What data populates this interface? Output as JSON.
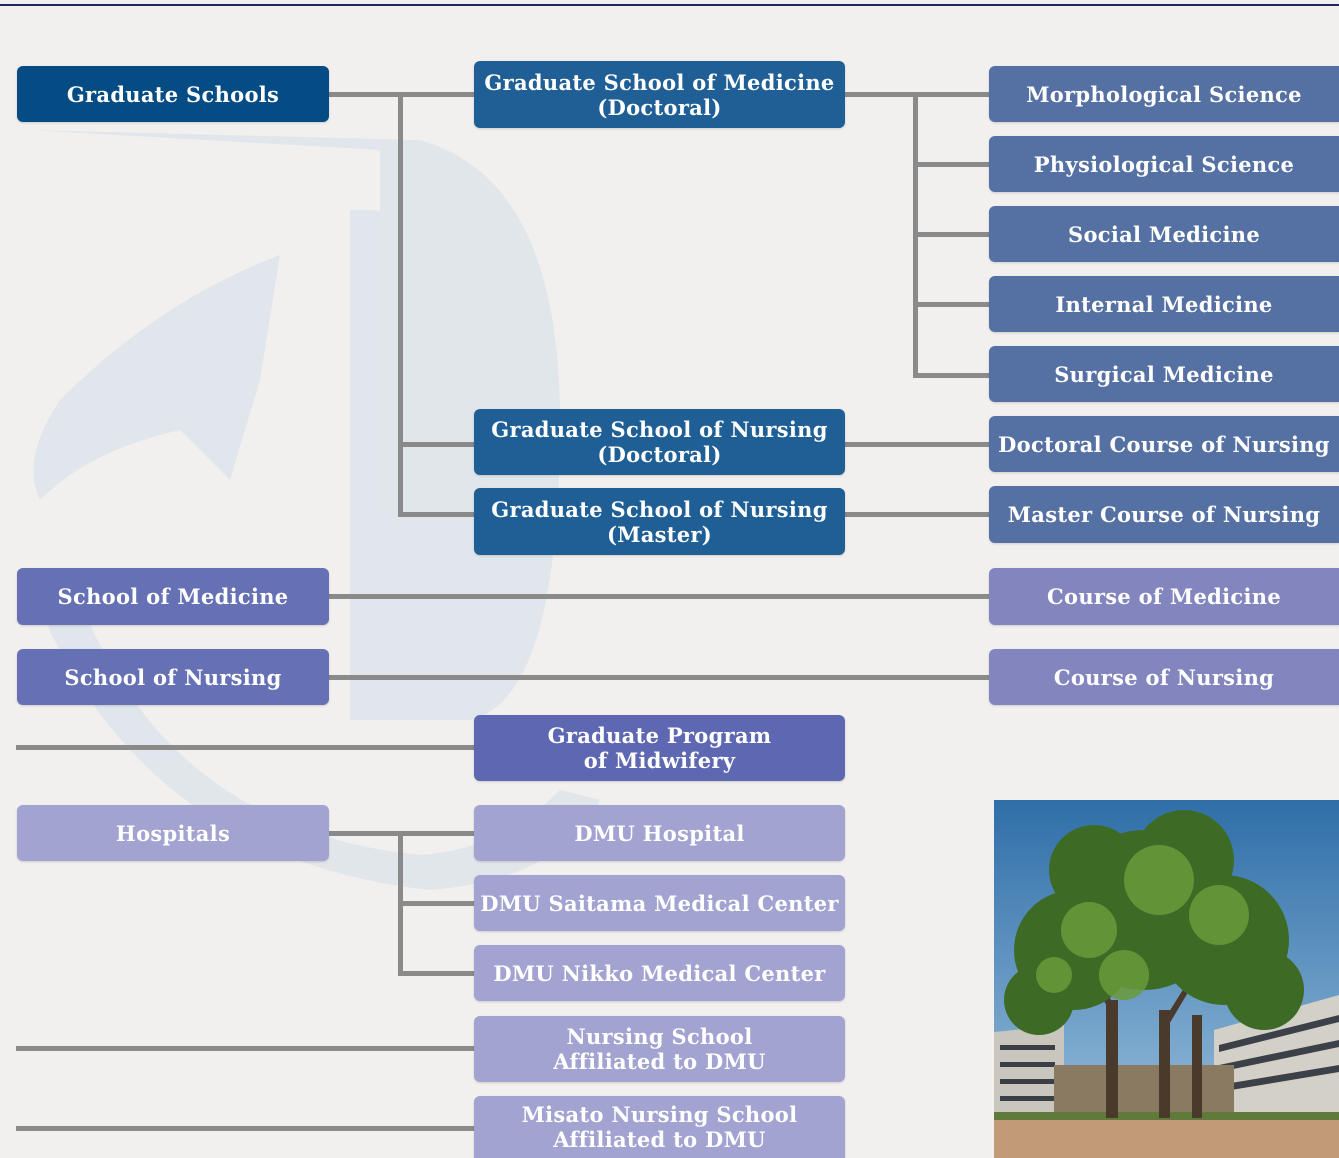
{
  "graduate_schools": {
    "label": "Graduate Schools",
    "medicine_doctoral": {
      "label": "Graduate School of Medicine\n(Doctoral)",
      "departments": [
        "Morphological Science",
        "Physiological Science",
        "Social Medicine",
        "Internal Medicine",
        "Surgical Medicine"
      ]
    },
    "nursing_doctoral": {
      "label": "Graduate School of Nursing\n(Doctoral)",
      "course": "Doctoral Course of Nursing"
    },
    "nursing_master": {
      "label": "Graduate School of Nursing\n(Master)",
      "course": "Master Course of Nursing"
    }
  },
  "school_of_medicine": {
    "label": "School of Medicine",
    "course": "Course of Medicine"
  },
  "school_of_nursing": {
    "label": "School of Nursing",
    "course": "Course of Nursing"
  },
  "midwifery": {
    "label": "Graduate Program\nof Midwifery"
  },
  "hospitals": {
    "label": "Hospitals",
    "items": [
      "DMU Hospital",
      "DMU Saitama Medical Center",
      "DMU Nikko Medical Center"
    ]
  },
  "nursing_schools": [
    "Nursing School\nAffiliated to DMU",
    "Misato Nursing School\nAffiliated to DMU"
  ],
  "colors": {
    "graduate_schools": "#044c83",
    "graduate_school_boxes": "#1f5f95",
    "departments": "#5570a2",
    "schools": "#6670b4",
    "courses": "#8385bf",
    "midwifery": "#5e67b1",
    "hospitals": "#a2a3d1",
    "connector": "#8a8a8a",
    "background": "#f1f0ee"
  },
  "photo": {
    "icon": "campus-tree-photo"
  }
}
